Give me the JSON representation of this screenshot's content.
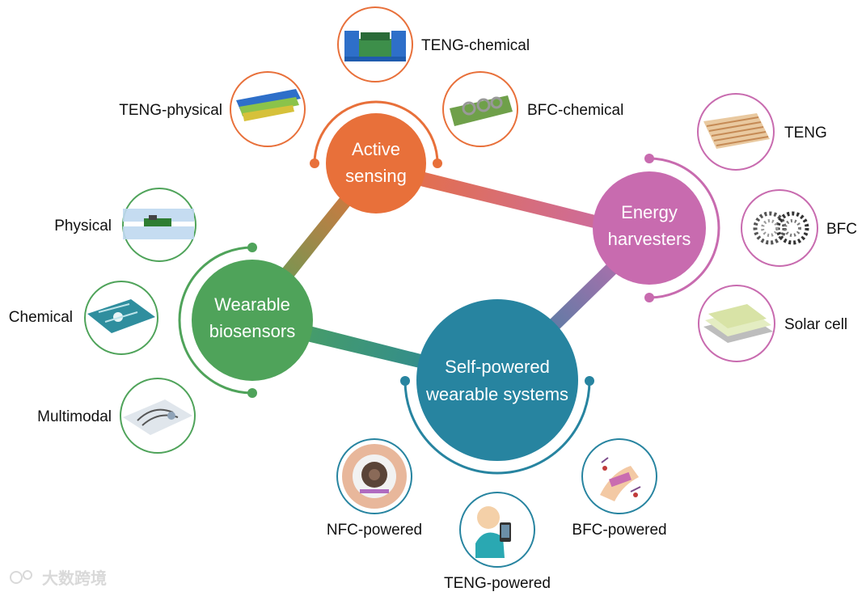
{
  "hubs": {
    "active_sensing": {
      "line1": "Active",
      "line2": "sensing",
      "color": "#E8703A"
    },
    "energy_harvesters": {
      "line1": "Energy",
      "line2": "harvesters",
      "color": "#C86BAF"
    },
    "wearable_biosensors": {
      "line1": "Wearable",
      "line2": "biosensors",
      "color": "#4FA35A"
    },
    "self_powered": {
      "line1": "Self-powered",
      "line2": "wearable systems",
      "color": "#2784A0"
    }
  },
  "nodes": {
    "teng_chemical": "TENG-chemical",
    "teng_physical": "TENG-physical",
    "bfc_chemical": "BFC-chemical",
    "teng": "TENG",
    "bfc": "BFC",
    "solar_cell": "Solar cell",
    "physical": "Physical",
    "chemical": "Chemical",
    "multimodal": "Multimodal",
    "nfc_powered": "NFC-powered",
    "teng_powered": "TENG-powered",
    "bfc_powered": "BFC-powered"
  },
  "watermark": "大数跨境"
}
